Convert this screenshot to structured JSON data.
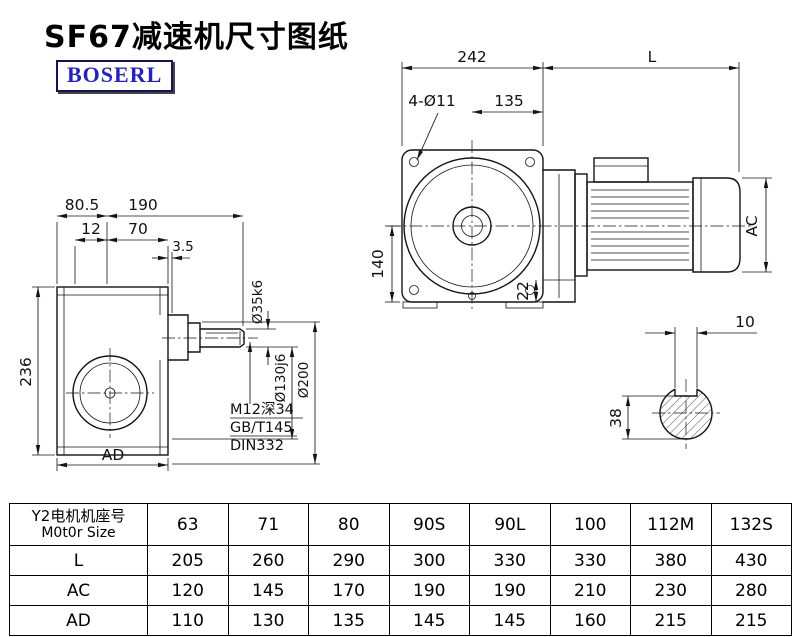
{
  "title": "SF67减速机尺寸图纸",
  "brand": "BOSERL",
  "dims": {
    "front": {
      "width": "242",
      "motor_len": "L",
      "bolt_holes": "4-Ø11",
      "flange_off": "135",
      "height": "140",
      "foot": "22",
      "motor_dia": "AC"
    },
    "side": {
      "d80_5": "80.5",
      "d190": "190",
      "d12": "12",
      "d70": "70",
      "d3_5": "3.5",
      "d236": "236",
      "dAD": "AD",
      "d35": "Ø35k6",
      "d130": "Ø130j6",
      "d200": "Ø200",
      "note1": "M12深34",
      "note2": "GB/T145",
      "note3": "DIN332"
    },
    "shaft": {
      "key_w": "10",
      "key_h": "38"
    }
  },
  "table": {
    "header_cn": "Y2电机机座号",
    "header_en": "M0t0r Size",
    "columns": [
      "63",
      "71",
      "80",
      "90S",
      "90L",
      "100",
      "112M",
      "132S"
    ],
    "rows": [
      {
        "label": "L",
        "values": [
          "205",
          "260",
          "290",
          "300",
          "330",
          "330",
          "380",
          "430"
        ]
      },
      {
        "label": "AC",
        "values": [
          "120",
          "145",
          "170",
          "190",
          "190",
          "210",
          "230",
          "280"
        ]
      },
      {
        "label": "AD",
        "values": [
          "110",
          "130",
          "135",
          "145",
          "145",
          "160",
          "215",
          "215"
        ]
      }
    ]
  }
}
